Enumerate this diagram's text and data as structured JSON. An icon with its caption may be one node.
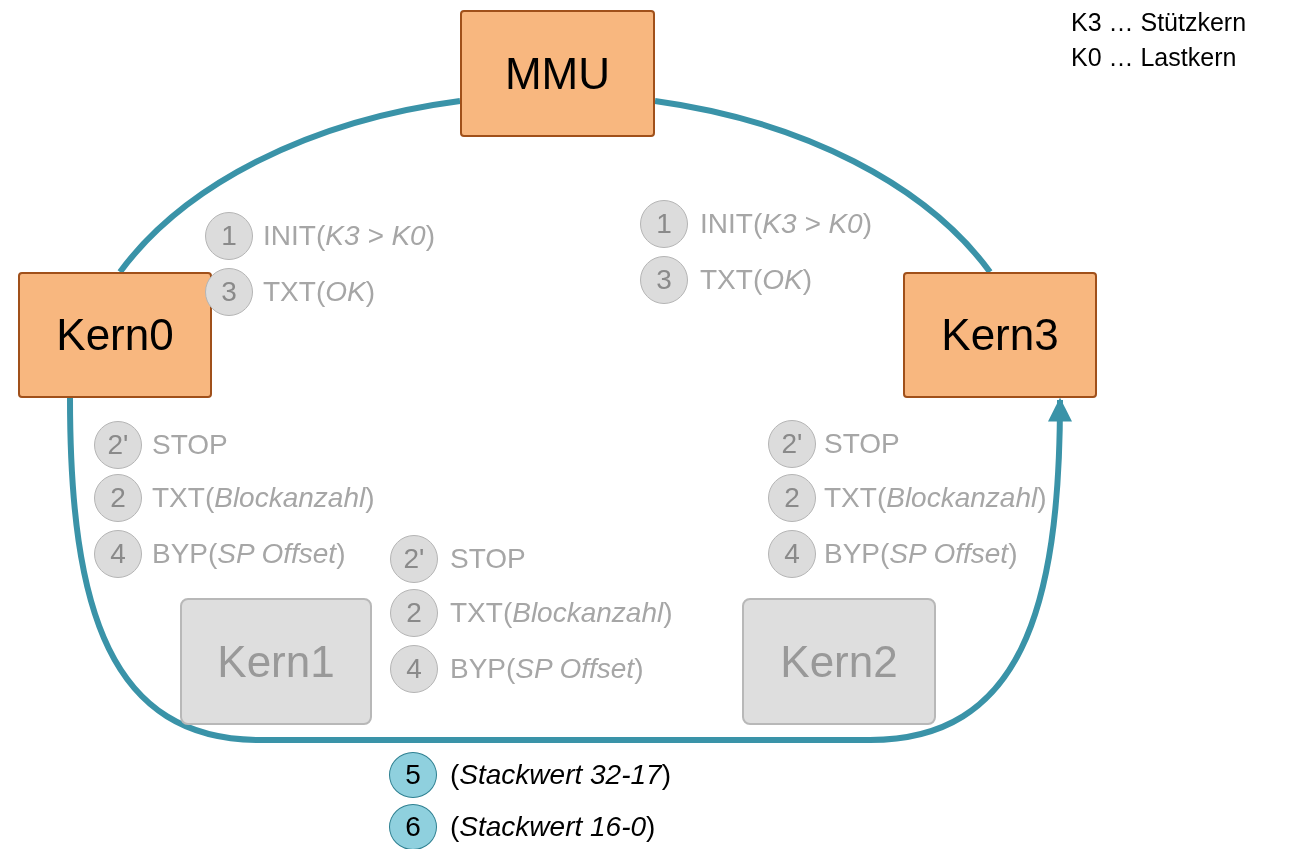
{
  "diagram": {
    "nodes": [
      {
        "text": [
          "MMU"
        ]
      },
      {
        "text": [
          "Kern0"
        ]
      },
      {
        "text": [
          "Kern3"
        ]
      },
      {
        "text": [
          "1"
        ],
        "beside": [
          "INIT(*K3 > K0*)"
        ]
      },
      {
        "text": [
          "3"
        ],
        "beside": [
          "TXT(*OK*)"
        ]
      },
      {
        "text": [
          "1"
        ],
        "beside": [
          "INIT(*K3 > K0*)"
        ]
      },
      {
        "text": [
          "3"
        ],
        "beside": [
          "TXT(*OK*)"
        ]
      },
      {
        "text": [
          "2'"
        ],
        "beside": [
          "STOP"
        ]
      },
      {
        "text": [
          "2"
        ],
        "beside": [
          "TXT(*Blockanzahl*)"
        ]
      },
      {
        "text": [
          "4"
        ],
        "beside": [
          "BYP(*SP Offset*)"
        ]
      },
      {
        "text": [
          "2'"
        ],
        "beside": [
          "STOP"
        ]
      },
      {
        "text": [
          "2"
        ],
        "beside": [
          "TXT(*Blockanzahl*)"
        ]
      },
      {
        "text": [
          "4"
        ],
        "beside": [
          "BYP(*SP Offset*)"
        ]
      },
      {
        "text": [
          "2'"
        ],
        "beside": [
          "STOP"
        ]
      },
      {
        "text": [
          "2"
        ],
        "beside": [
          "TXT(*Blockanzahl*)"
        ]
      },
      {
        "text": [
          "4"
        ],
        "beside": [
          "BYP(*SP Offset*)"
        ]
      },
      {
        "text": [
          "Kern1"
        ]
      },
      {
        "text": [
          "Kern2"
        ]
      },
      {
        "text": [
          "5"
        ],
        "beside": [
          "(*Stackwert 32-17*)"
        ]
      },
      {
        "text": [
          "6"
        ],
        "beside": [
          "(*Stackwert 16-0*)"
        ]
      }
    ],
    "edges": [
      {
        "from": 0,
        "to": 1,
        "arrow": "none"
      },
      {
        "from": 0,
        "to": 2,
        "arrow": "none"
      },
      {
        "from": 1,
        "to": 2,
        "arrow": "to"
      }
    ],
    "labels": [
      "K3 … Stützkern",
      "K0 … Lastkern"
    ]
  }
}
